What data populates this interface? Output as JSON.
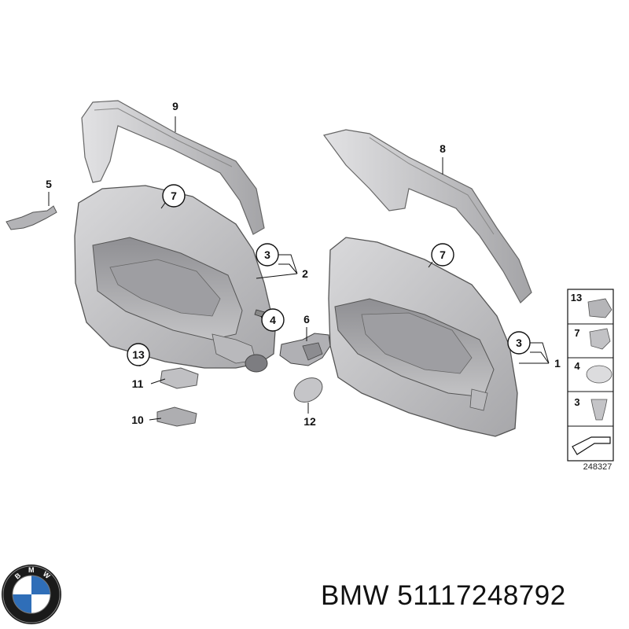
{
  "callouts": {
    "c1": "1",
    "c2": "2",
    "c3a": "3",
    "c3b": "3",
    "c4": "4",
    "c5": "5",
    "c6": "6",
    "c7a": "7",
    "c7b": "7",
    "c8": "8",
    "c9": "9",
    "c10": "10",
    "c11": "11",
    "c12": "12",
    "c13": "13"
  },
  "legend": {
    "rows": [
      "13",
      "7",
      "4",
      "3"
    ]
  },
  "diagram_code": "248327",
  "footer": {
    "brand": "BMW",
    "part_number": "51117248792"
  },
  "colors": {
    "panel": "#c9c9cb",
    "panel_dark": "#a9a9ac",
    "line": "#111111"
  }
}
